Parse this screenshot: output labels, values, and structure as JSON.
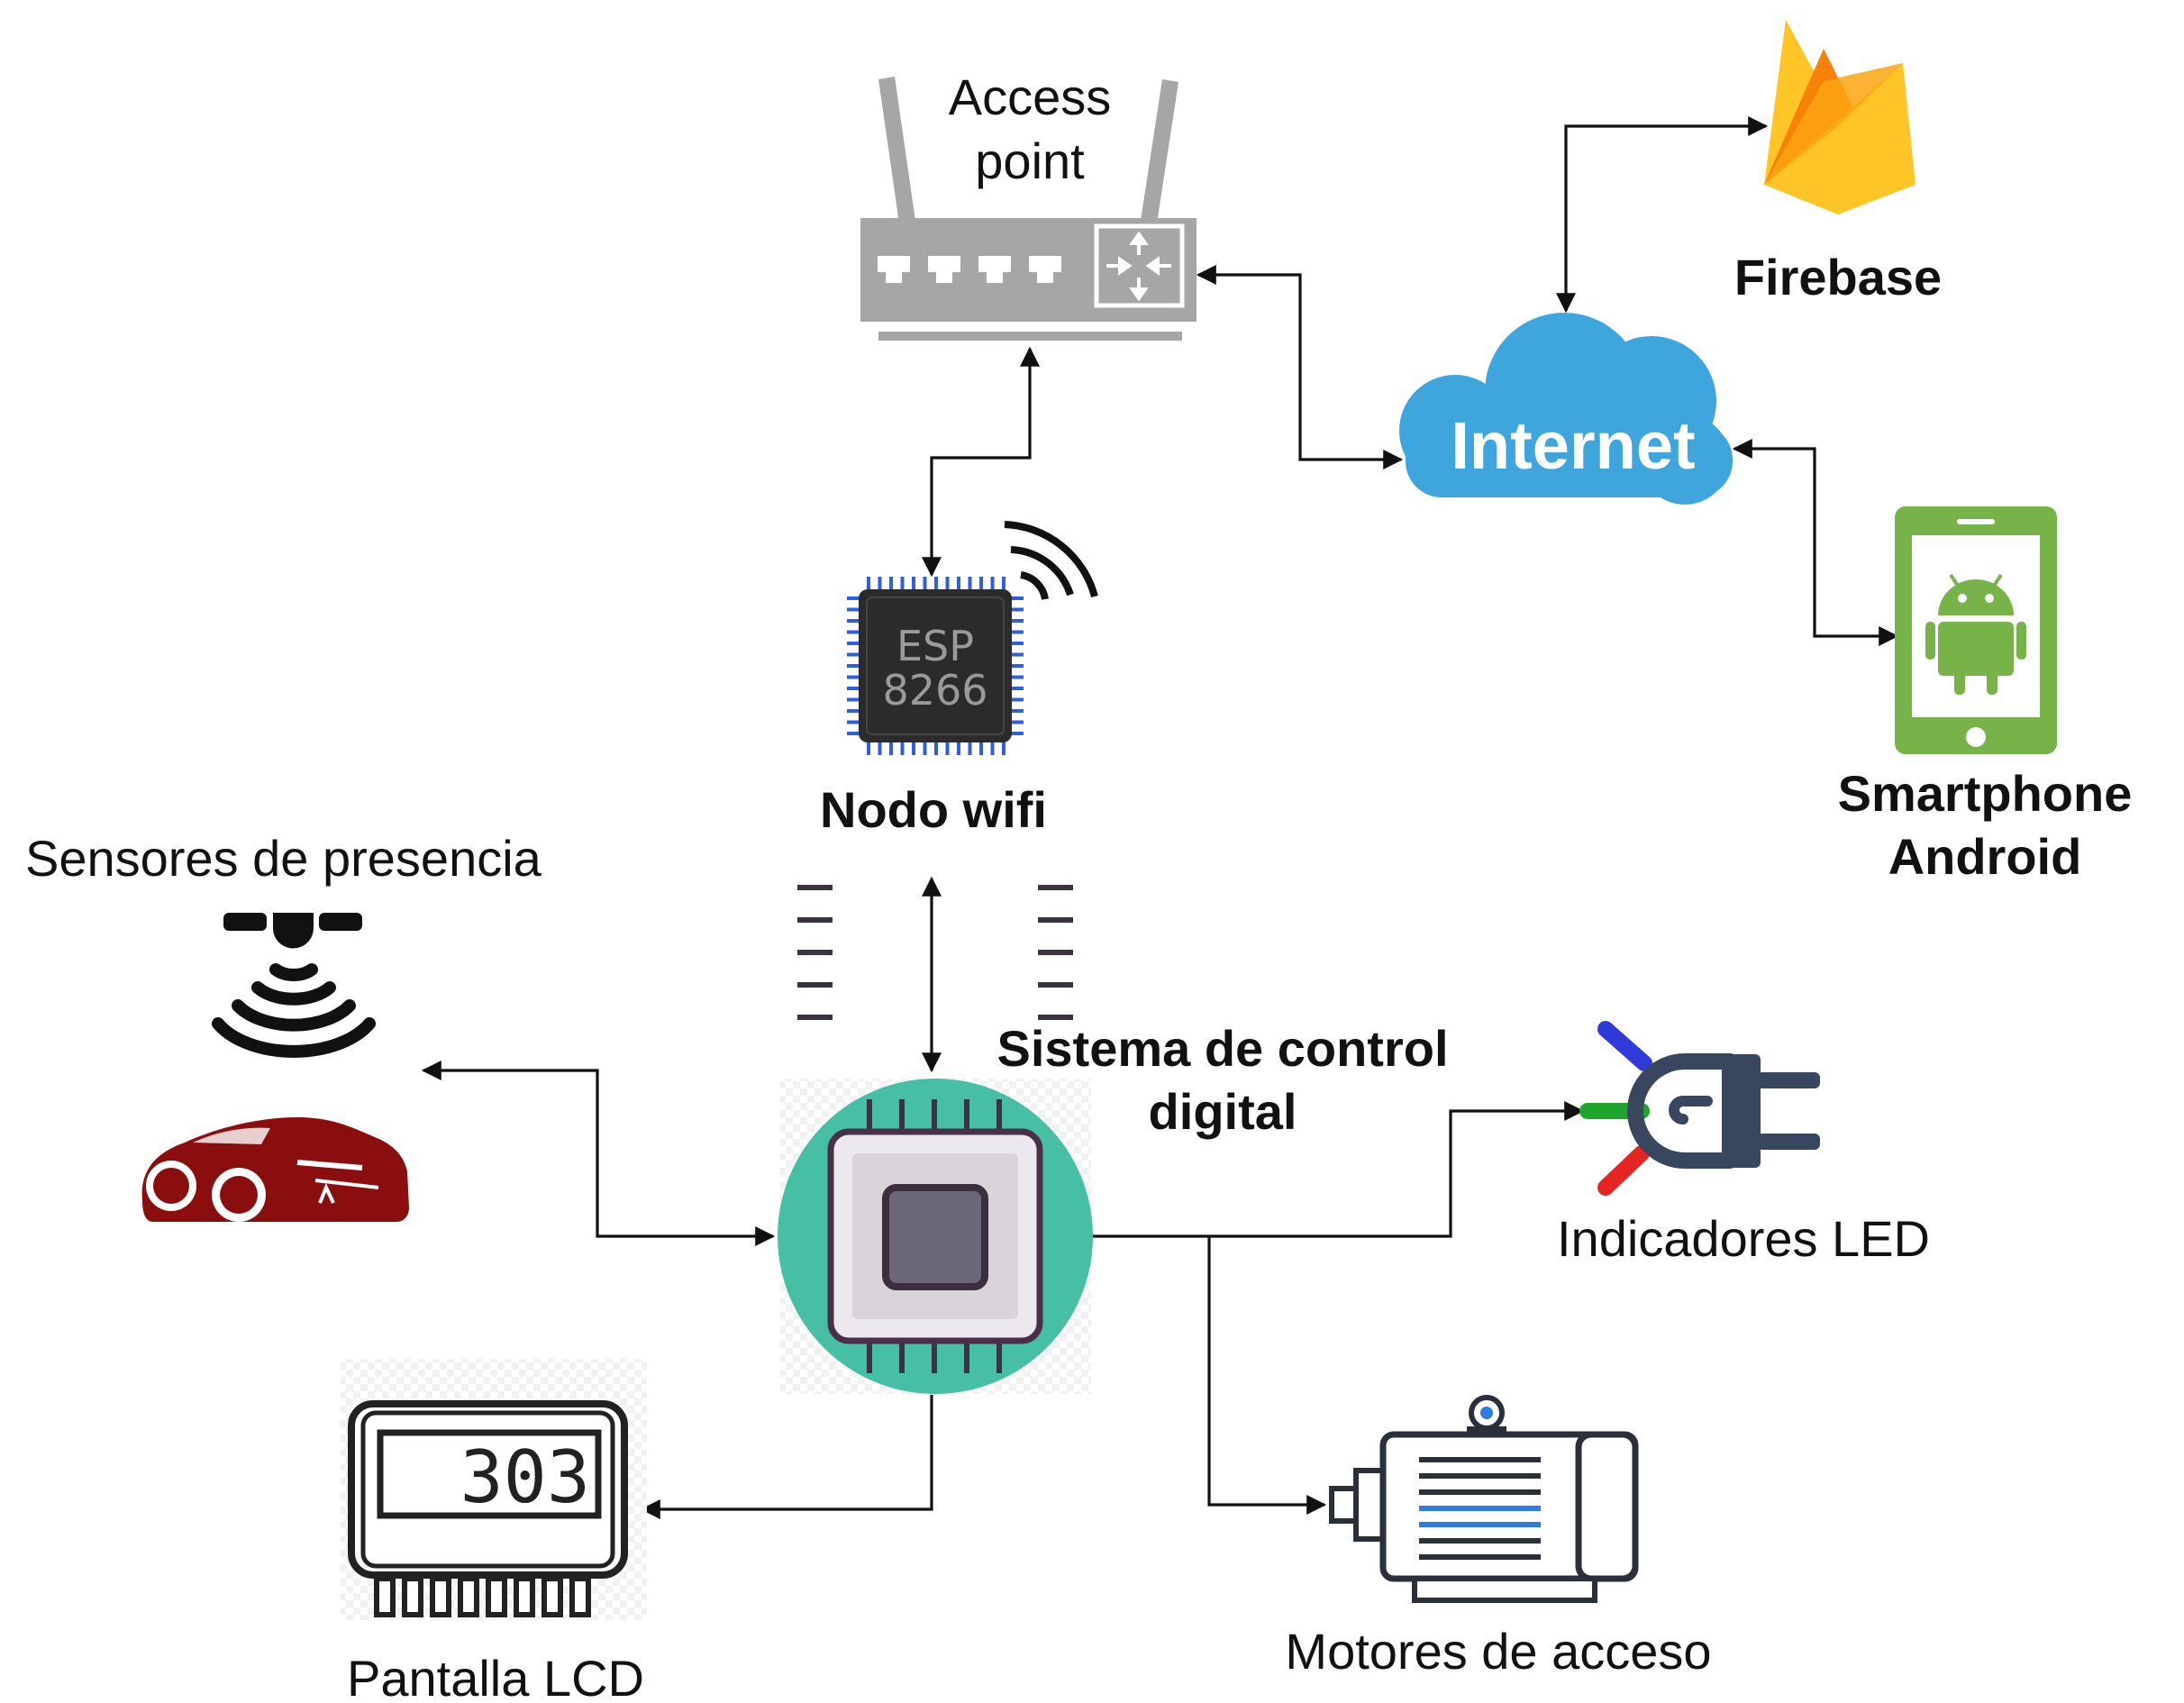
{
  "labels": {
    "access_point_line1": "Access",
    "access_point_line2": "point",
    "firebase": "Firebase",
    "internet": "Internet",
    "smartphone_line1": "Smartphone",
    "smartphone_line2": "Android",
    "nodo_wifi": "Nodo wifi",
    "chip_line1": "ESP",
    "chip_line2": "8266",
    "sensores": "Sensores de presencia",
    "sistema_line1": "Sistema de control",
    "sistema_line2": "digital",
    "indicadores": "Indicadores LED",
    "pantalla": "Pantalla LCD",
    "lcd_digits": "303",
    "motores": "Motores de acceso"
  },
  "colors": {
    "router": "#a6a6a6",
    "cloud": "#3fa6dd",
    "android": "#78b34a",
    "firebase_yellow": "#ffc526",
    "firebase_orange": "#f6820c",
    "firebase_amber": "#fca50f",
    "chip_body": "#2b2b2b",
    "chip_pins": "#2f5fe0",
    "mcu_circle": "#47bfa5",
    "mcu_core": "#6a6878",
    "car": "#8b0e0e",
    "led_plug": "#38475e",
    "led_blue": "#2f3bd9",
    "led_green": "#1fa52b",
    "led_red": "#e52424",
    "motor_lines_blue": "#2f7be0"
  },
  "icons": [
    "router-icon",
    "firebase-icon",
    "cloud-icon",
    "android-phone-icon",
    "esp8266-chip-icon",
    "wifi-signal-icon",
    "presence-sensor-icon",
    "car-icon",
    "microcontroller-icon",
    "led-plug-icon",
    "lcd-display-icon",
    "motor-icon"
  ]
}
